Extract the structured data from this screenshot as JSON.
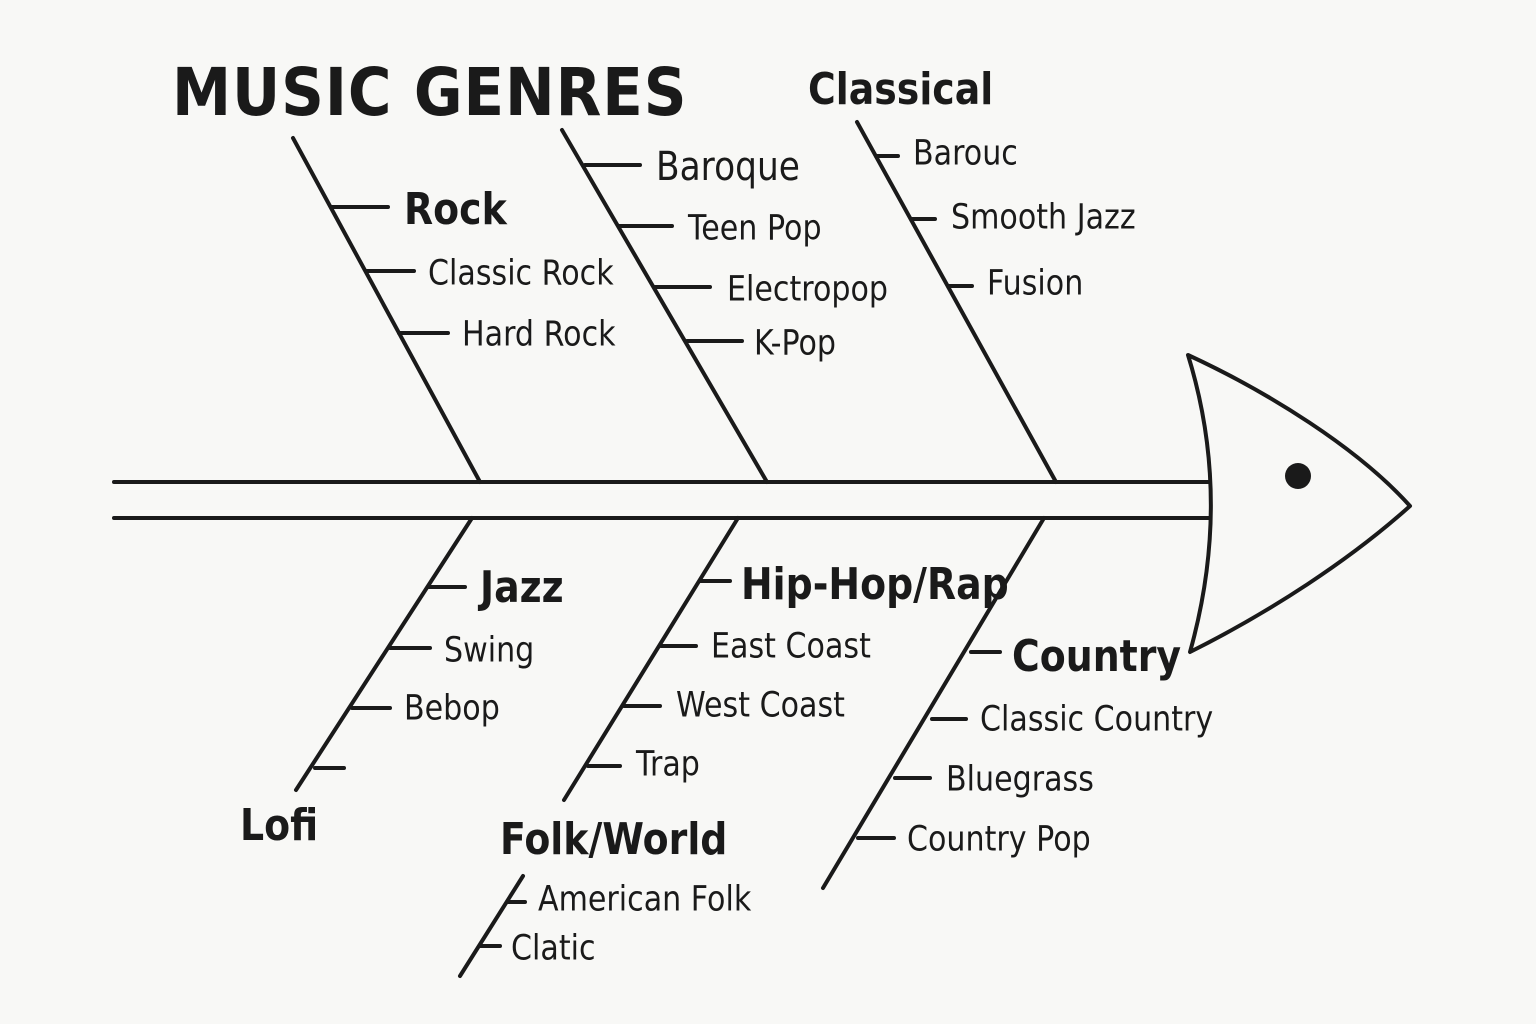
{
  "title": "MUSIC GENRES",
  "categories": {
    "rock": {
      "label": "Rock",
      "items": [
        "Classic Rock",
        "Hard Rock"
      ]
    },
    "pop": {
      "label": "",
      "items": [
        "Baroque",
        "Teen Pop",
        "Electropop",
        "K-Pop"
      ]
    },
    "classical": {
      "label": "Classical",
      "items": [
        "Barouc",
        "Smooth Jazz",
        "Fusion"
      ]
    },
    "jazz": {
      "label": "Jazz",
      "items": [
        "Swing",
        "Bebop"
      ]
    },
    "lofi": {
      "label": "Lofi",
      "items": []
    },
    "hiphop": {
      "label": "Hip-Hop/Rap",
      "items": [
        "East Coast",
        "West Coast",
        "Trap"
      ]
    },
    "folk": {
      "label": "Folk/World",
      "items": [
        "American Folk",
        "Clatic"
      ]
    },
    "country": {
      "label": "Country",
      "items": [
        "Classic Country",
        "Bluegrass",
        "Country Pop"
      ]
    }
  },
  "colors": {
    "line": "#1a1a1a",
    "background": "#f8f8f6"
  }
}
